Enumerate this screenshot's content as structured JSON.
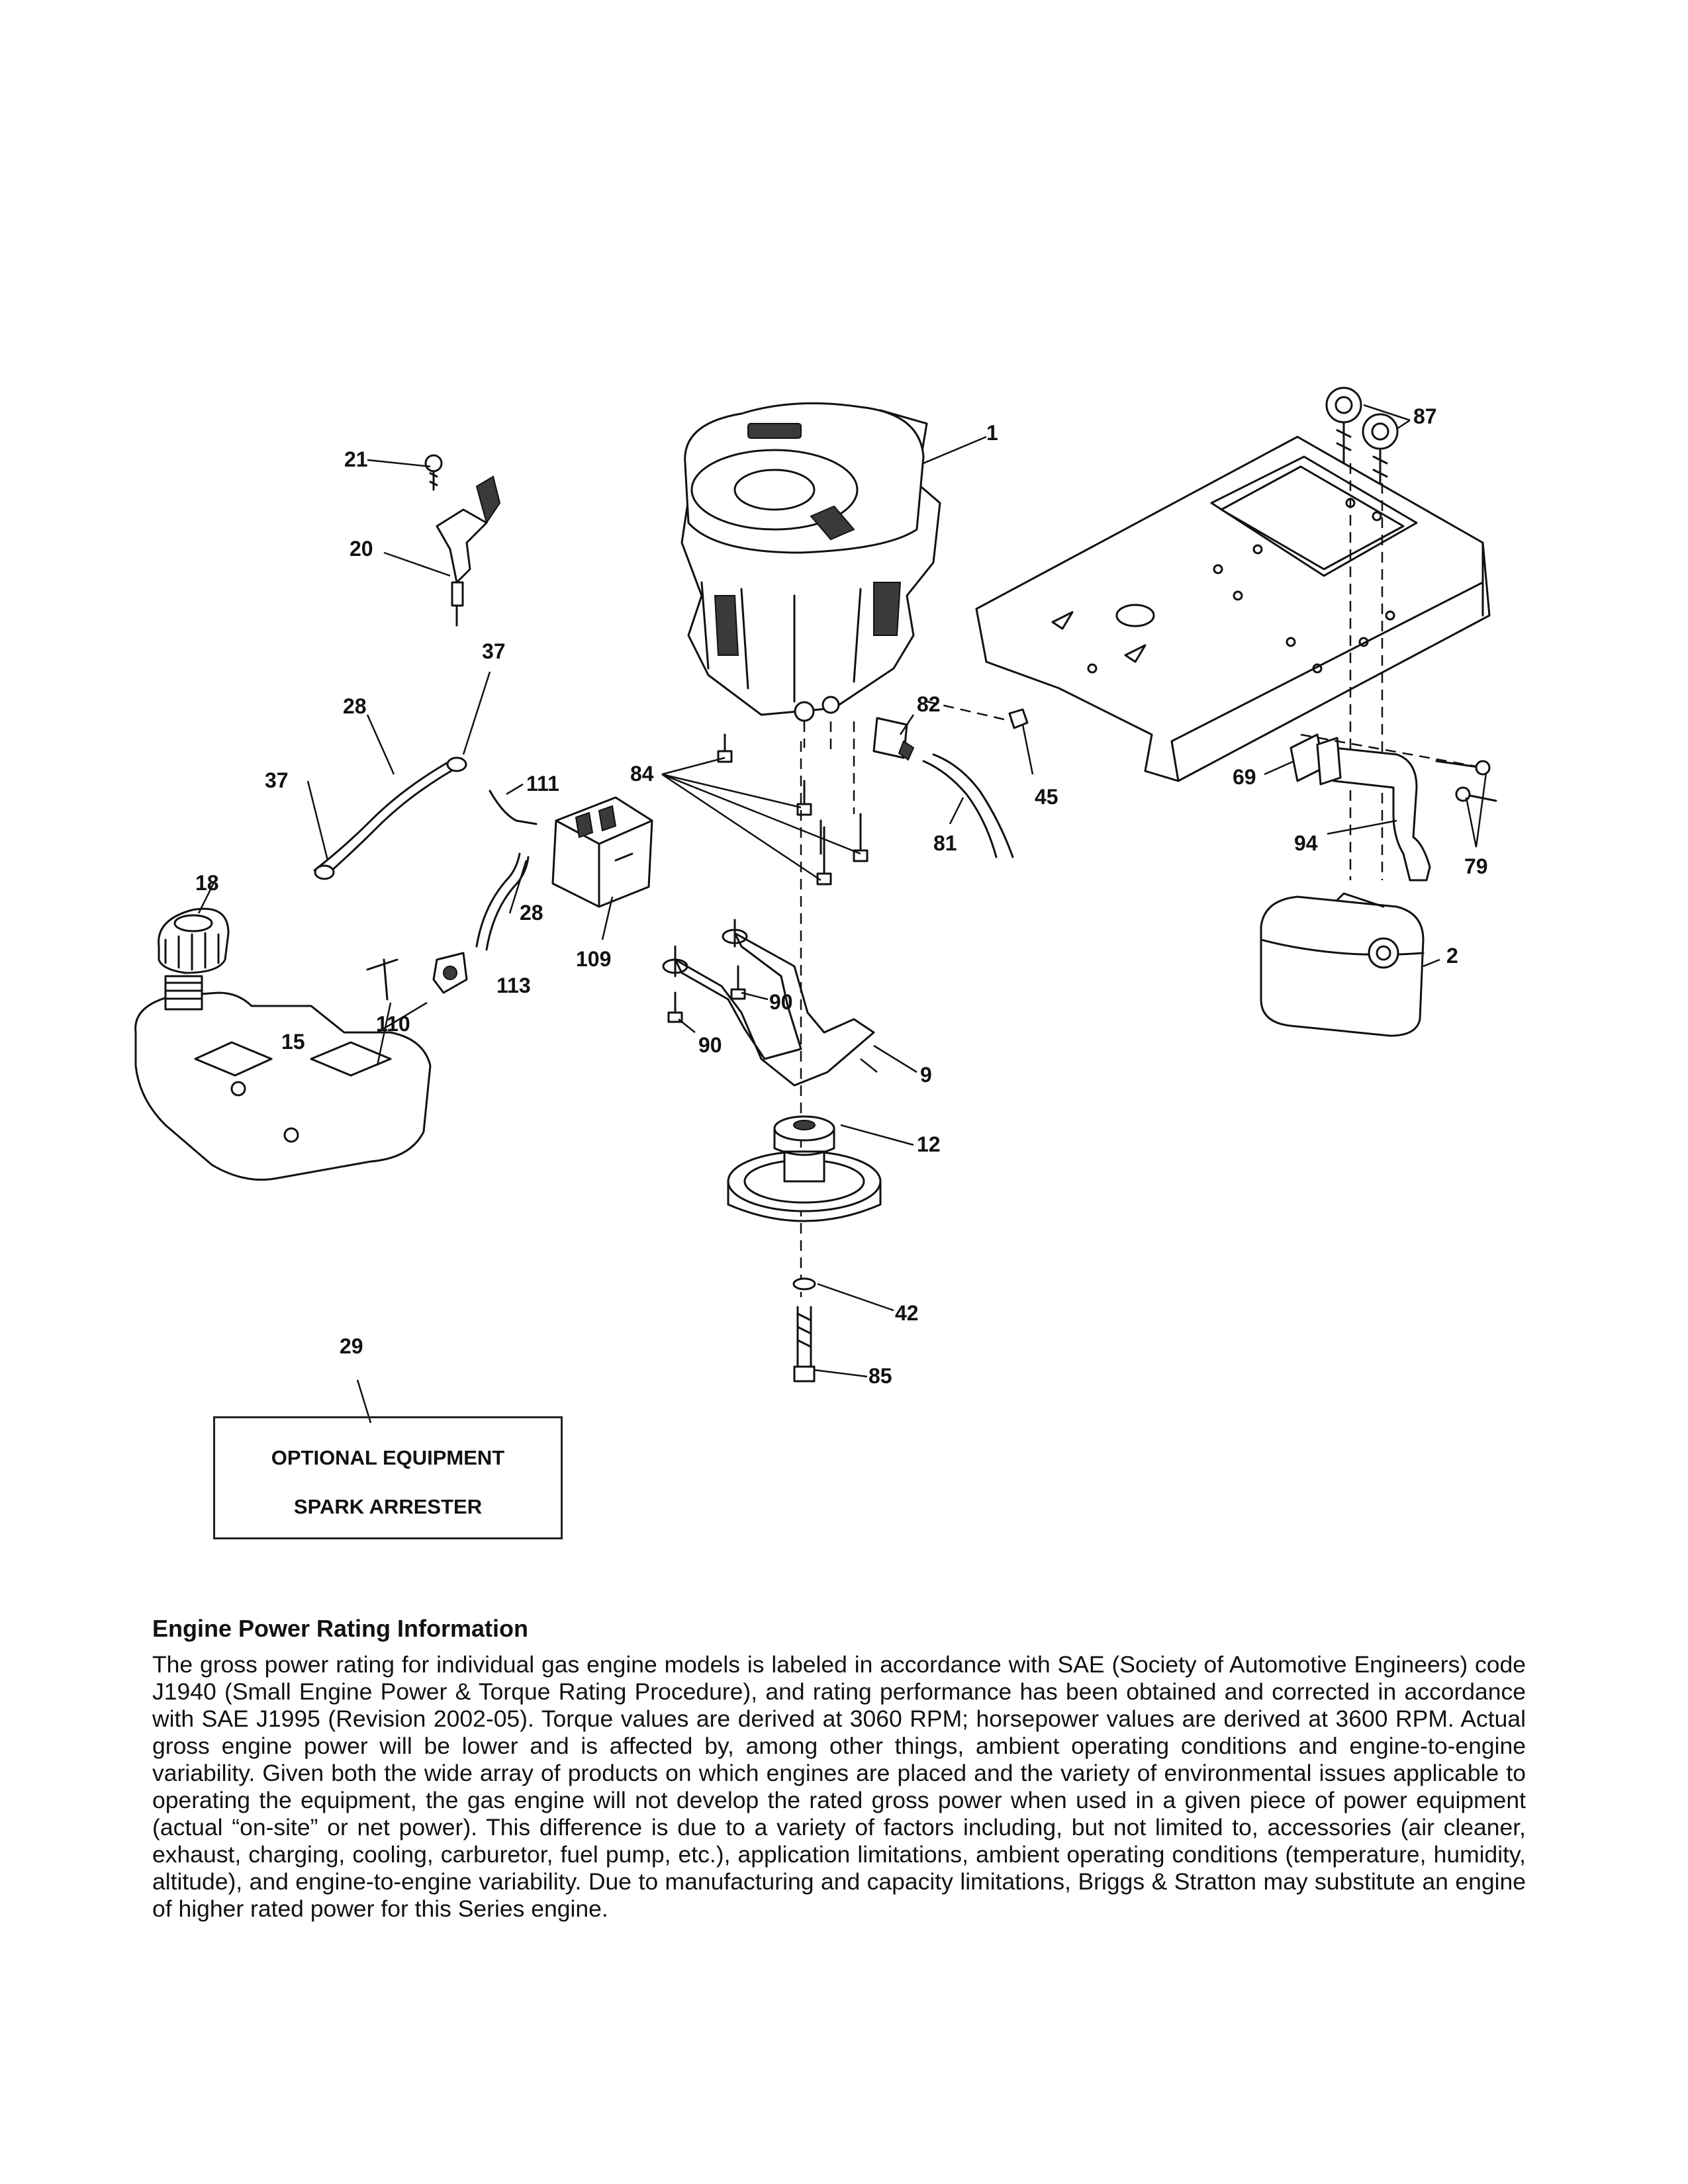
{
  "callouts": {
    "c1": "1",
    "c2": "2",
    "c9": "9",
    "c12": "12",
    "c15": "15",
    "c18": "18",
    "c20": "20",
    "c21": "21",
    "c28a": "28",
    "c28b": "28",
    "c29": "29",
    "c37a": "37",
    "c37b": "37",
    "c42": "42",
    "c45": "45",
    "c69": "69",
    "c79": "79",
    "c81": "81",
    "c82": "82",
    "c84": "84",
    "c85": "85",
    "c87": "87",
    "c90a": "90",
    "c90b": "90",
    "c94": "94",
    "c109": "109",
    "c110": "110",
    "c111": "111",
    "c113": "113"
  },
  "optional_box": {
    "line1": "OPTIONAL EQUIPMENT",
    "line2": "SPARK ARRESTER"
  },
  "info": {
    "title": "Engine Power Rating Information",
    "body": "The gross power rating for individual gas engine models is labeled in accordance with SAE (Society of Automotive Engineers) code J1940 (Small Engine Power & Torque Rating Procedure), and rating performance has been obtained and corrected in accordance with SAE J1995 (Revision 2002-05). Torque values are derived at 3060 RPM; horsepower values are derived at 3600 RPM. Actual gross engine power will be lower and is affected by, among other things, ambient operating conditions and engine-to-engine variability. Given both the wide array of products on which engines are placed and the variety of environmental issues applicable to operating the equipment, the gas engine will not develop the rated gross power when used in a given piece of power equipment (actual “on-site” or net power). This difference is due to a variety of factors including, but not limited to, accessories (air cleaner, exhaust, charging, cooling, carburetor, fuel pump, etc.), application limitations, ambient operating conditions (temperature, humidity, altitude), and engine-to-engine variability. Due to manufacturing and capacity limitations, Briggs & Stratton may substitute an engine of higher rated power for this Series engine."
  }
}
